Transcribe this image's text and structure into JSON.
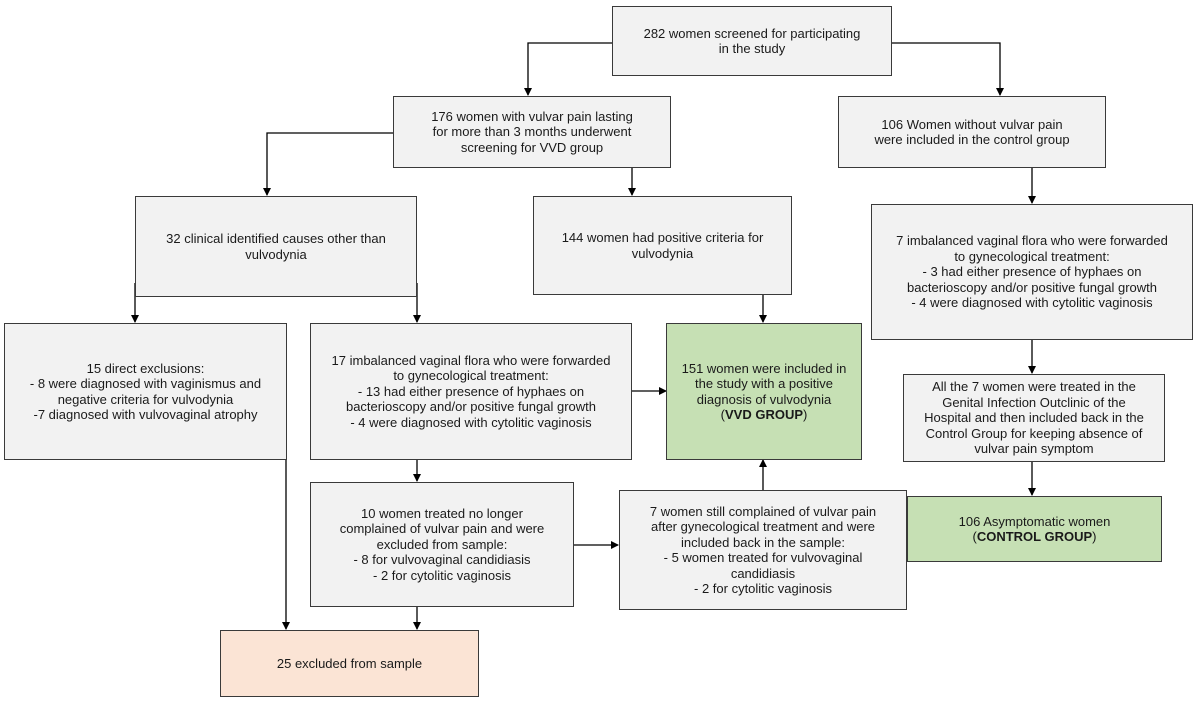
{
  "colors": {
    "box_fill": "#f2f2f2",
    "vvd_group_fill": "#c6e0b4",
    "control_group_fill": "#c6e0b4",
    "excluded_fill": "#fbe4d5",
    "border": "#3a3a3a"
  },
  "boxes": {
    "screened": {
      "lines": [
        "282 women screened for participating",
        "in the study"
      ]
    },
    "vulvar_pain": {
      "lines": [
        "176 women with vulvar pain lasting",
        "for more than 3 months underwent",
        "screening for VVD group"
      ]
    },
    "no_pain": {
      "lines": [
        "106 Women without vulvar pain",
        "were included in the control group"
      ]
    },
    "clinical_causes": {
      "lines": [
        "32 clinical identified causes other than",
        "vulvodynia"
      ]
    },
    "positive_criteria": {
      "lines": [
        "144 women had positive criteria for",
        "vulvodynia"
      ]
    },
    "control_imbalanced": {
      "lines": [
        "7 imbalanced vaginal flora who were forwarded",
        "to gynecological treatment:",
        "- 3 had either presence of hyphaes on",
        "bacterioscopy and/or positive fungal growth",
        "- 4 were diagnosed with cytolitic vaginosis"
      ]
    },
    "direct_exclusions": {
      "lines": [
        "15 direct exclusions:",
        "- 8 were diagnosed with vaginismus and",
        "negative criteria for vulvodynia",
        "-7 diagnosed with vulvovaginal atrophy"
      ]
    },
    "imbalanced_17": {
      "lines": [
        "17 imbalanced vaginal flora who were forwarded",
        "to gynecological treatment:",
        "- 13 had either presence of hyphaes on",
        "bacterioscopy and/or positive fungal growth",
        "- 4 were diagnosed with cytolitic vaginosis"
      ]
    },
    "vvd_group": {
      "lines": [
        "151 women were included in",
        "the study with a positive",
        "diagnosis of vulvodynia"
      ],
      "label_open": "(",
      "label": "VVD GROUP",
      "label_close": ")"
    },
    "treated_control": {
      "lines": [
        "All the 7 women were treated in the",
        "Genital Infection Outclinic of the",
        "Hospital and then included back in the",
        "Control Group for keeping absence of",
        "vulvar pain symptom"
      ]
    },
    "no_longer_pain": {
      "lines": [
        "10 women treated no longer",
        "complained of vulvar pain and were",
        "excluded from sample:",
        "- 8 for vulvovaginal candidiasis",
        "- 2 for cytolitic vaginosis"
      ]
    },
    "still_pain": {
      "lines": [
        "7 women still complained of vulvar pain",
        "after gynecological treatment and were",
        "included back in the sample:",
        "- 5 women treated for vulvovaginal",
        "candidiasis",
        "- 2 for cytolitic vaginosis"
      ]
    },
    "control_group": {
      "lines": [
        "106 Asymptomatic women"
      ],
      "label_open": "(",
      "label": "CONTROL GROUP",
      "label_close": ")"
    },
    "excluded": {
      "lines": [
        "25 excluded from sample"
      ]
    }
  }
}
